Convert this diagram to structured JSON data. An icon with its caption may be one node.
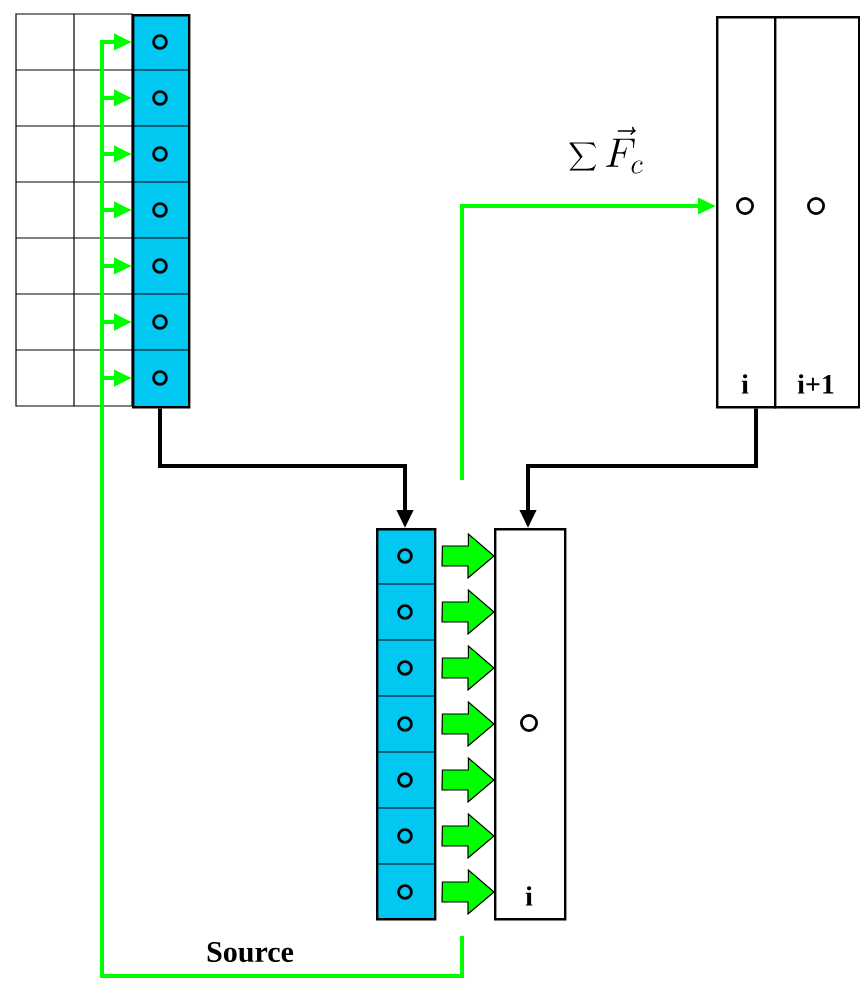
{
  "diagram": {
    "nodes": [
      {
        "text": [],
        "shape": "bar"
      },
      {
        "text": [
          "i"
        ]
      },
      {
        "text": [
          "i+1"
        ]
      },
      {
        "text": [],
        "shape": "bar"
      },
      {
        "text": [
          "i"
        ]
      }
    ],
    "edges": [
      {
        "from": 0,
        "to": 3,
        "arrow": "to",
        "color": "#000000"
      },
      {
        "from": 1,
        "to": 4,
        "arrow": "to",
        "color": "#000000"
      },
      {
        "from": 3,
        "to": 4,
        "arrow": "to",
        "style": "thick"
      },
      {
        "from": 3,
        "to": 4,
        "arrow": "to",
        "style": "thick"
      },
      {
        "from": 3,
        "to": 4,
        "arrow": "to",
        "style": "thick"
      },
      {
        "from": 3,
        "to": 4,
        "arrow": "to",
        "style": "thick"
      },
      {
        "from": 3,
        "to": 4,
        "arrow": "to",
        "style": "thick"
      },
      {
        "from": 3,
        "to": 4,
        "arrow": "to",
        "style": "thick"
      },
      {
        "from": 3,
        "to": 4,
        "arrow": "to",
        "style": "thick"
      },
      {
        "from": null,
        "to": 1,
        "arrow": "to",
        "label": "\\sum\\vec{F}_c",
        "color": "#00ff00"
      },
      {
        "from": null,
        "to": 0,
        "arrow": "to",
        "label": "Source",
        "color": "#00ff00"
      }
    ]
  }
}
